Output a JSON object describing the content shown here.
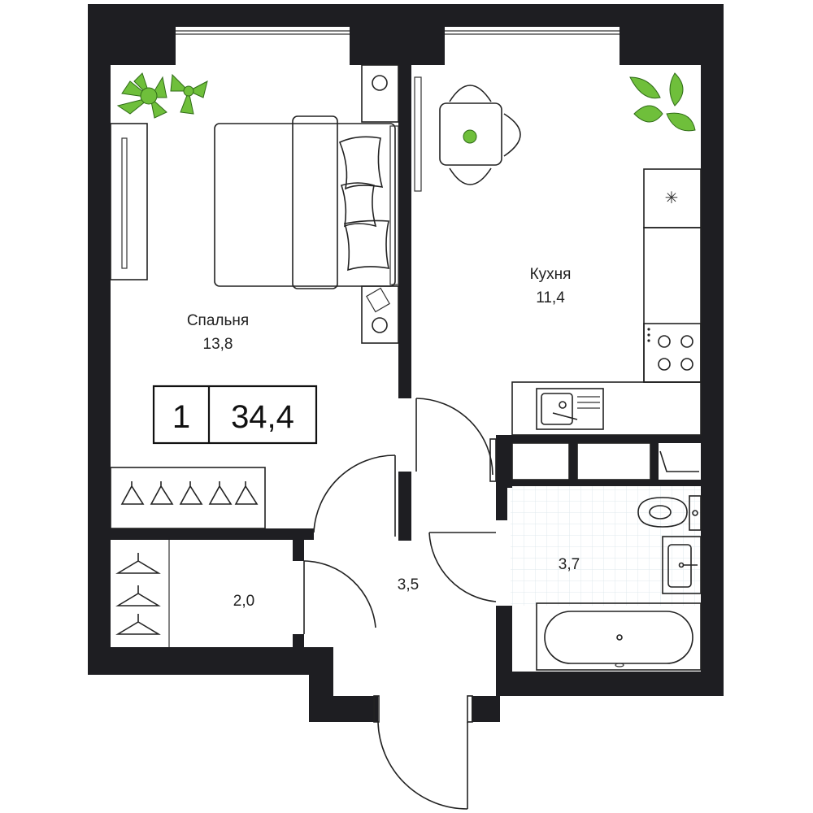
{
  "apartment": {
    "rooms_count": "1",
    "total_area": "34,4"
  },
  "rooms": {
    "bedroom": {
      "name": "Спальня",
      "area": "13,8"
    },
    "kitchen": {
      "name": "Кухня",
      "area": "11,4"
    },
    "closet": {
      "area": "2,0"
    },
    "hall": {
      "area": "3,5"
    },
    "bathroom": {
      "area": "3,7"
    }
  },
  "colors": {
    "walls": "#1e1e22",
    "plants": "#6fbf3b",
    "tiles": "#dfe8ec"
  },
  "icons": [
    "plant-icon",
    "bed-icon",
    "table-icon",
    "hanger-icon",
    "sink-icon",
    "toilet-icon",
    "bathtub-icon",
    "stove-icon"
  ]
}
